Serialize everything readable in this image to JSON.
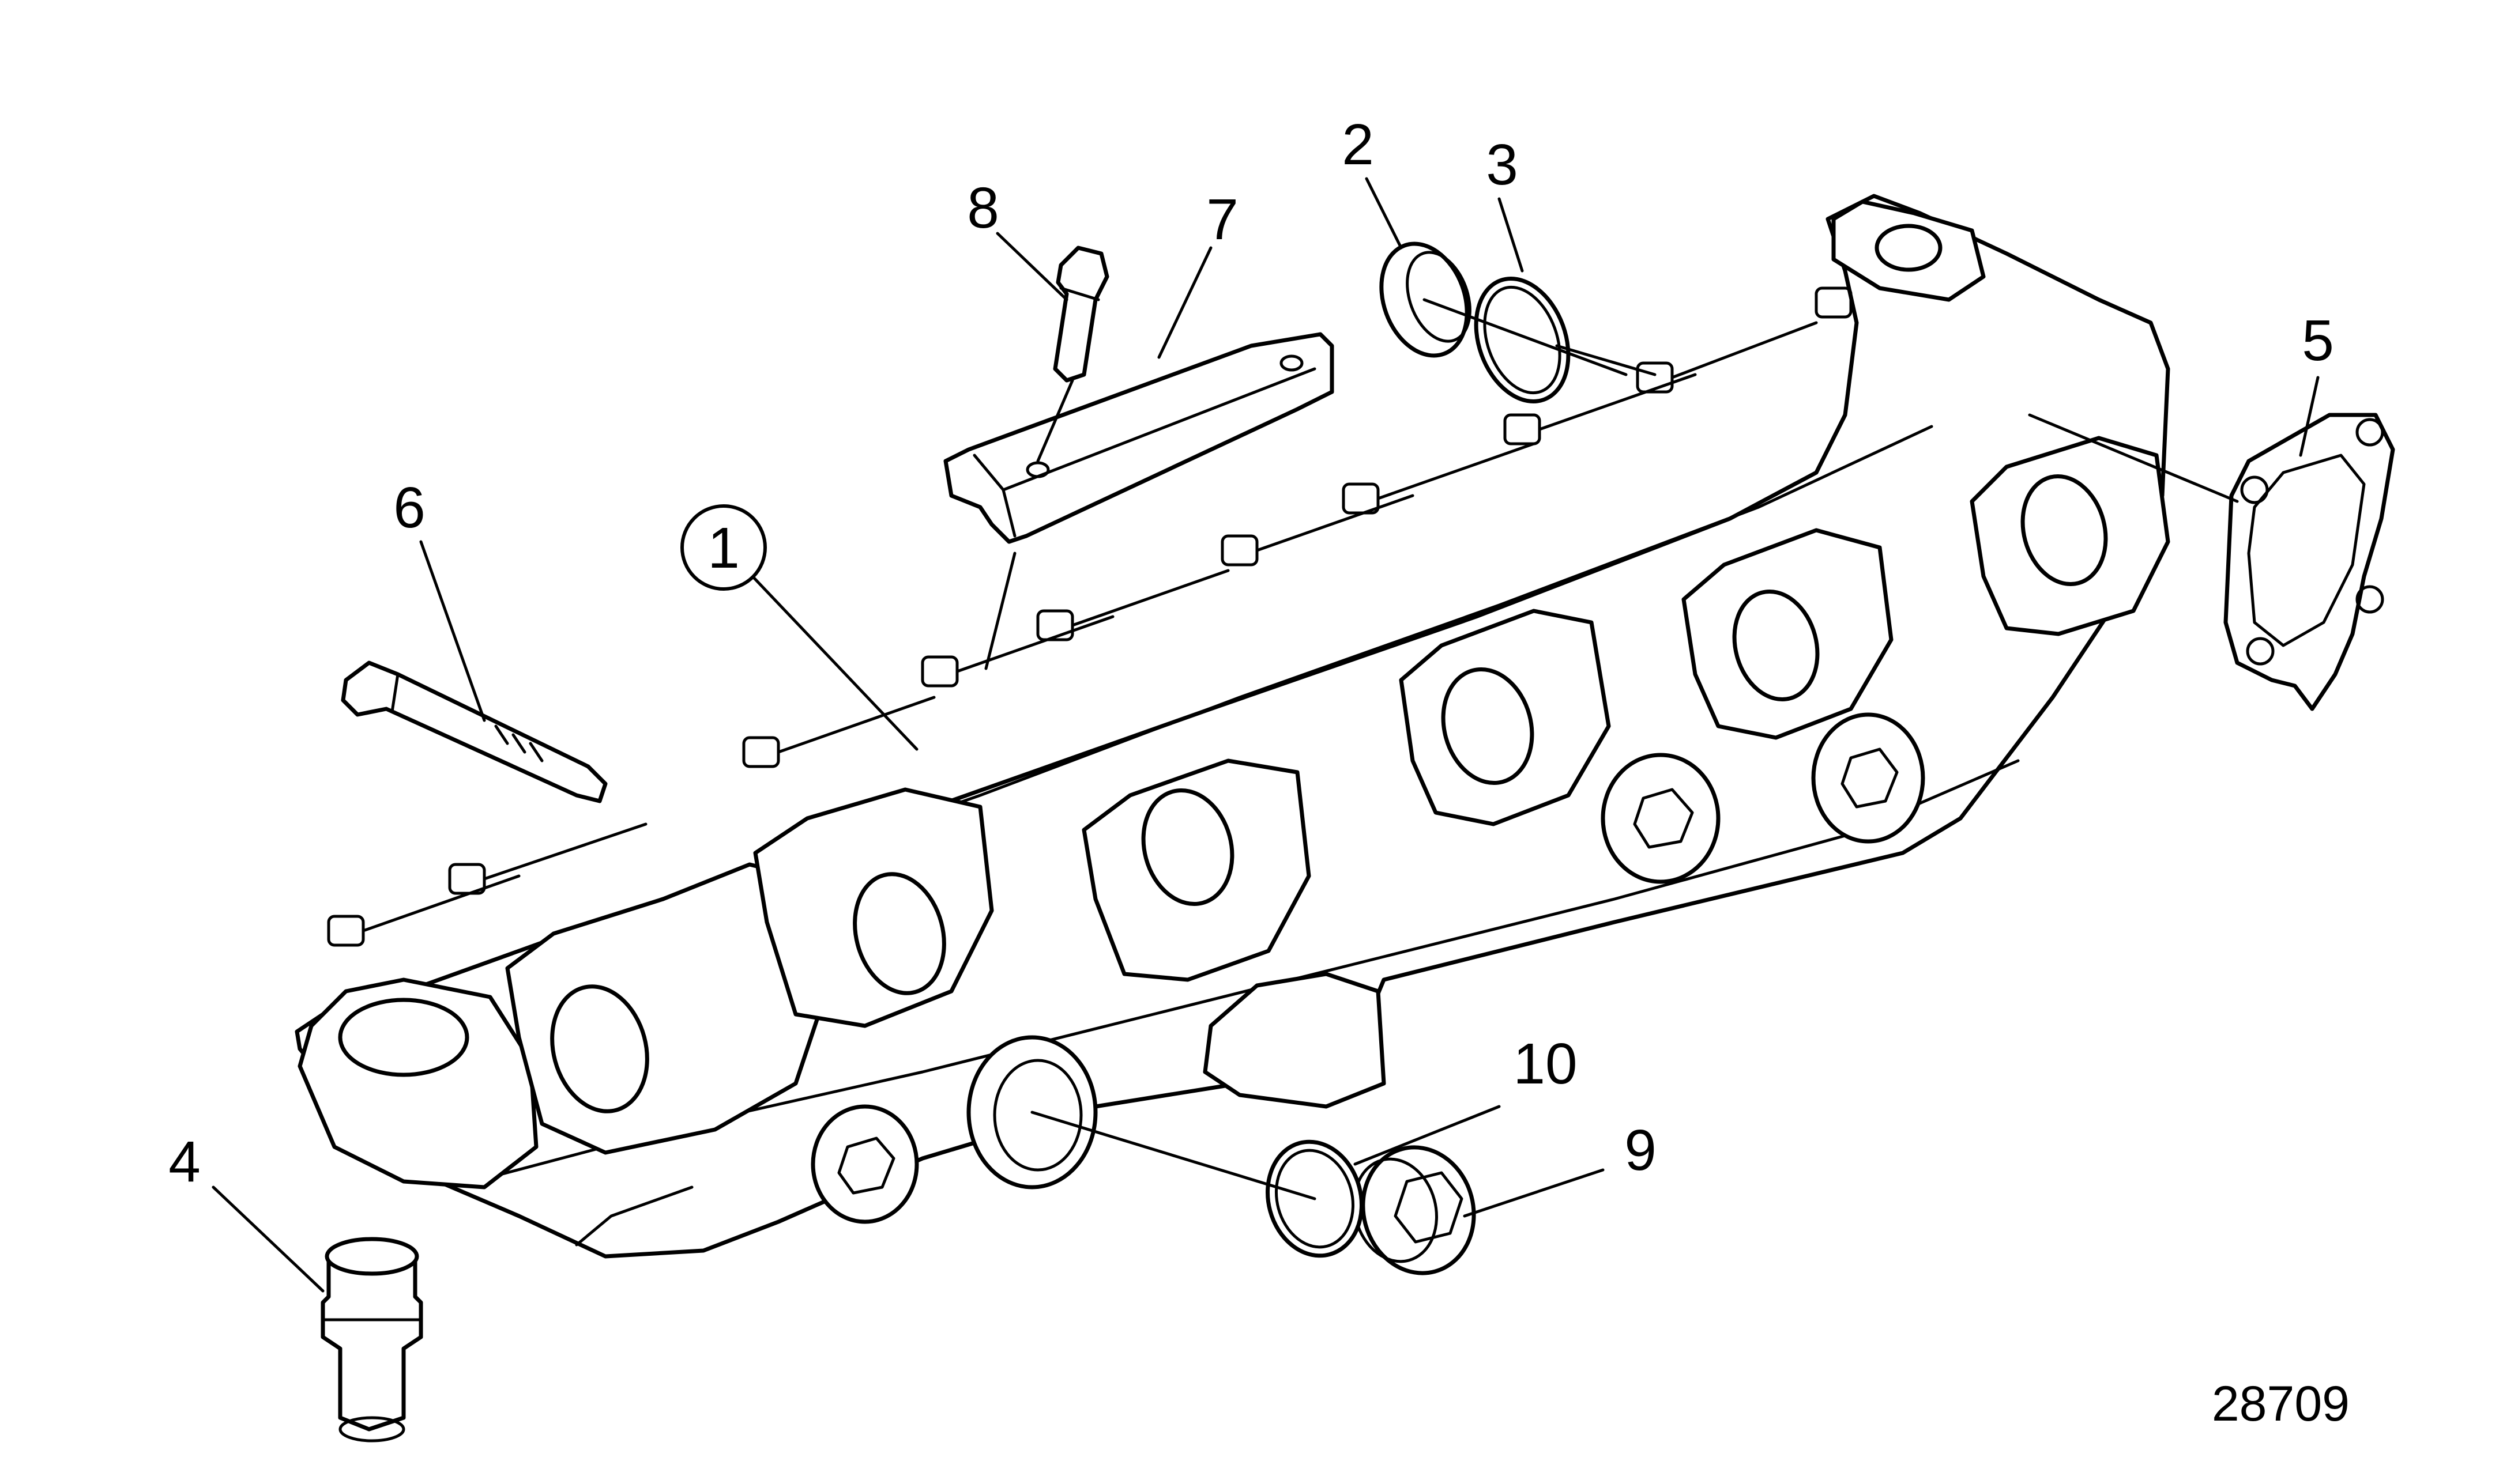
{
  "callouts": {
    "c1": "1",
    "c2": "2",
    "c3": "3",
    "c4": "4",
    "c5": "5",
    "c6": "6",
    "c7": "7",
    "c8": "8",
    "c9": "9",
    "c10": "10"
  },
  "drawing_number": "28709",
  "colors": {
    "line": "#000000",
    "background": "#ffffff"
  }
}
